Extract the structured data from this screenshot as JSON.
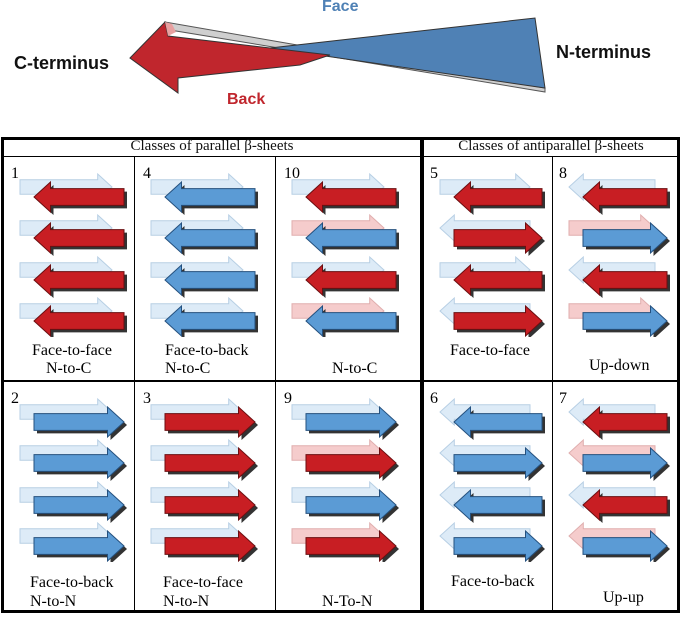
{
  "strand": {
    "face_label": "Face",
    "back_label": "Back",
    "c_terminus_label": "C-terminus",
    "n_terminus_label": "N-terminus",
    "colors": {
      "face": "#4f81b5",
      "back": "#c0262d",
      "edge": "#d9d9d9"
    }
  },
  "parallel_header": "Classes of parallel β-sheets",
  "antiparallel_header": "Classes of antiparallel β-sheets",
  "colors": {
    "red": "#c81e23",
    "blue": "#5b9bd5",
    "pale_blue": "#ddebf7",
    "pale_red": "#f5cccc"
  },
  "classes": [
    {
      "number": "1",
      "line1": "Face-to-face",
      "line2": "N-to-C"
    },
    {
      "number": "4",
      "line1": "Face-to-back",
      "line2": "N-to-C"
    },
    {
      "number": "10",
      "line1": "",
      "line2": "N-to-C"
    },
    {
      "number": "5",
      "line1": "Face-to-face",
      "line2": ""
    },
    {
      "number": "8",
      "line1": "Up-down",
      "line2": ""
    },
    {
      "number": "2",
      "line1": "Face-to-back",
      "line2": "N-to-N"
    },
    {
      "number": "3",
      "line1": "Face-to-face",
      "line2": "N-to-N"
    },
    {
      "number": "9",
      "line1": "N-To-N",
      "line2": ""
    },
    {
      "number": "6",
      "line1": "Face-to-back",
      "line2": ""
    },
    {
      "number": "7",
      "line1": "Up-up",
      "line2": ""
    }
  ]
}
